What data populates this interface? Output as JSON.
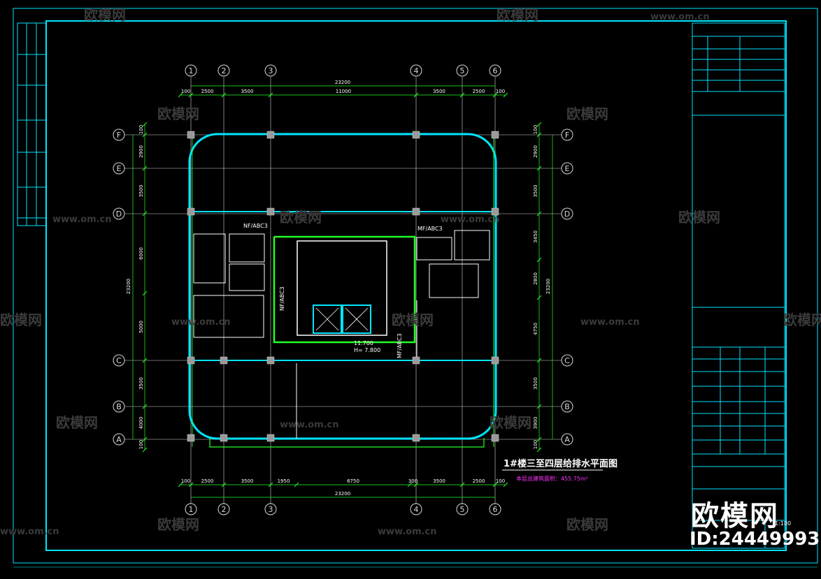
{
  "drawing": {
    "title": "1#楼三至四层给排水平面图",
    "area_note": "本层总建筑面积：455.75m²",
    "elevation_value": "11.700",
    "elevation_h": "H= 7.800",
    "scale": "1:100"
  },
  "axes": {
    "columns": [
      "1",
      "2",
      "3",
      "4",
      "5",
      "6"
    ],
    "rows": [
      "F",
      "E",
      "D",
      "C",
      "B",
      "A"
    ]
  },
  "dimensions": {
    "top_total": "23200",
    "top_segments": [
      "100",
      "2500",
      "3500",
      "11000",
      "3500",
      "2500",
      "100"
    ],
    "bottom_total": "23200",
    "bottom_segments": [
      "100",
      "2500",
      "3500",
      "1950",
      "6750",
      "300",
      "3500",
      "2500",
      "100"
    ],
    "left_total": "23200",
    "left_segments": [
      "100",
      "2900",
      "3500",
      "6000",
      "5000",
      "3500",
      "4000",
      "100"
    ],
    "right_total": "23200",
    "right_segments": [
      "100",
      "2900",
      "3500",
      "3450",
      "2800",
      "4750",
      "3500",
      "3900",
      "100"
    ]
  },
  "pipe_labels": [
    "NF/ABC3",
    "NF/ABC3",
    "MF/ABC3",
    "MF/ABC3"
  ],
  "watermark": {
    "brand": "欧模网",
    "url": "www.om.cn",
    "id": "ID:24449993"
  },
  "colors": {
    "frame": "#00e5ff",
    "wall": "#00e5ff",
    "pipe": "#22ff22",
    "grid": "#d8d8d8",
    "dim": "#ffffff",
    "title": "#ffffff",
    "area": "#ff33ff",
    "accent_red": "#ff3030"
  }
}
